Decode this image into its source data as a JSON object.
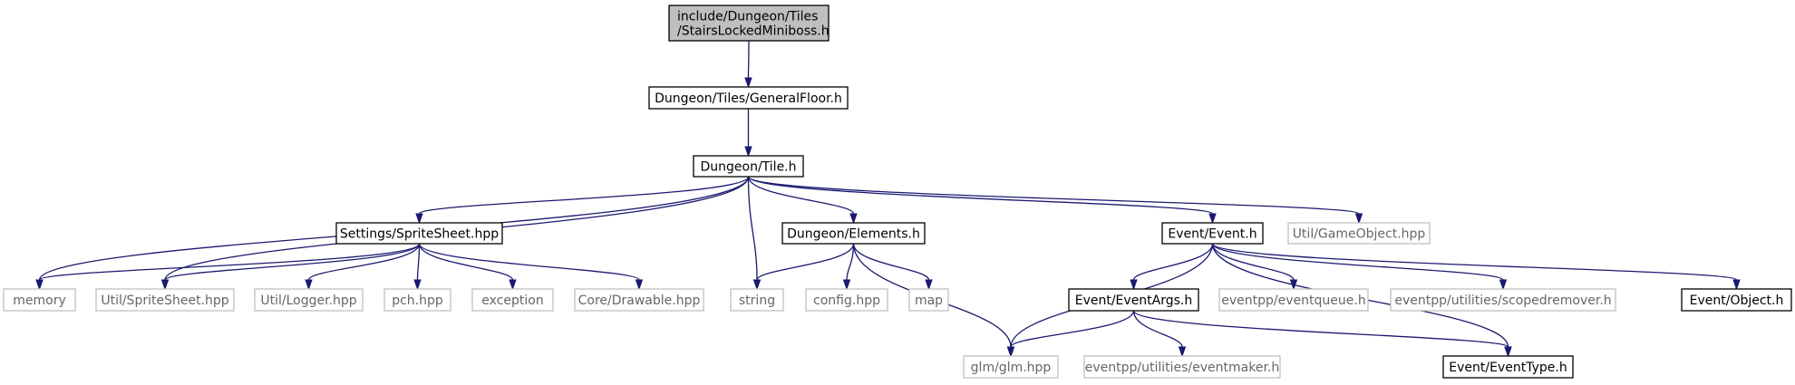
{
  "colors": {
    "edge": "#191970",
    "root_fill": "#bfbfbf",
    "node_border": "#000000",
    "external_border": "#bfbfbf",
    "external_text": "#666666"
  },
  "nodes": [
    {
      "id": "root",
      "lines": [
        "include/Dungeon/Tiles",
        "/StairsLockedMiniboss.h"
      ],
      "kind": "root"
    },
    {
      "id": "generalfloor",
      "lines": [
        "Dungeon/Tiles/GeneralFloor.h"
      ],
      "kind": "file"
    },
    {
      "id": "tile",
      "lines": [
        "Dungeon/Tile.h"
      ],
      "kind": "file"
    },
    {
      "id": "spritesheet_settings",
      "lines": [
        "Settings/SpriteSheet.hpp"
      ],
      "kind": "file"
    },
    {
      "id": "elements",
      "lines": [
        "Dungeon/Elements.h"
      ],
      "kind": "file"
    },
    {
      "id": "event",
      "lines": [
        "Event/Event.h"
      ],
      "kind": "file"
    },
    {
      "id": "gameobject",
      "lines": [
        "Util/GameObject.hpp"
      ],
      "kind": "external"
    },
    {
      "id": "memory",
      "lines": [
        "memory"
      ],
      "kind": "external"
    },
    {
      "id": "util_spritesheet",
      "lines": [
        "Util/SpriteSheet.hpp"
      ],
      "kind": "external"
    },
    {
      "id": "logger",
      "lines": [
        "Util/Logger.hpp"
      ],
      "kind": "external"
    },
    {
      "id": "pch",
      "lines": [
        "pch.hpp"
      ],
      "kind": "external"
    },
    {
      "id": "exception",
      "lines": [
        "exception"
      ],
      "kind": "external"
    },
    {
      "id": "drawable",
      "lines": [
        "Core/Drawable.hpp"
      ],
      "kind": "external"
    },
    {
      "id": "string",
      "lines": [
        "string"
      ],
      "kind": "external"
    },
    {
      "id": "config",
      "lines": [
        "config.hpp"
      ],
      "kind": "external"
    },
    {
      "id": "map",
      "lines": [
        "map"
      ],
      "kind": "external"
    },
    {
      "id": "eventargs",
      "lines": [
        "Event/EventArgs.h"
      ],
      "kind": "file"
    },
    {
      "id": "eventqueue",
      "lines": [
        "eventpp/eventqueue.h"
      ],
      "kind": "external"
    },
    {
      "id": "scopedremover",
      "lines": [
        "eventpp/utilities/scopedremover.h"
      ],
      "kind": "external"
    },
    {
      "id": "object",
      "lines": [
        "Event/Object.h"
      ],
      "kind": "file"
    },
    {
      "id": "glm",
      "lines": [
        "glm/glm.hpp"
      ],
      "kind": "external"
    },
    {
      "id": "eventmaker",
      "lines": [
        "eventpp/utilities/eventmaker.h"
      ],
      "kind": "external"
    },
    {
      "id": "eventtype",
      "lines": [
        "Event/EventType.h"
      ],
      "kind": "file"
    }
  ],
  "edges": [
    [
      "root",
      "generalfloor"
    ],
    [
      "generalfloor",
      "tile"
    ],
    [
      "tile",
      "memory"
    ],
    [
      "tile",
      "util_spritesheet"
    ],
    [
      "tile",
      "spritesheet_settings"
    ],
    [
      "tile",
      "string"
    ],
    [
      "tile",
      "elements"
    ],
    [
      "tile",
      "event"
    ],
    [
      "tile",
      "gameobject"
    ],
    [
      "spritesheet_settings",
      "memory"
    ],
    [
      "spritesheet_settings",
      "util_spritesheet"
    ],
    [
      "spritesheet_settings",
      "logger"
    ],
    [
      "spritesheet_settings",
      "pch"
    ],
    [
      "spritesheet_settings",
      "exception"
    ],
    [
      "spritesheet_settings",
      "drawable"
    ],
    [
      "elements",
      "string"
    ],
    [
      "elements",
      "config"
    ],
    [
      "elements",
      "map"
    ],
    [
      "elements",
      "glm"
    ],
    [
      "event",
      "glm"
    ],
    [
      "event",
      "eventargs"
    ],
    [
      "event",
      "eventqueue"
    ],
    [
      "event",
      "scopedremover"
    ],
    [
      "event",
      "object"
    ],
    [
      "event",
      "eventtype"
    ],
    [
      "eventargs",
      "glm"
    ],
    [
      "eventargs",
      "eventmaker"
    ],
    [
      "eventargs",
      "eventtype"
    ]
  ]
}
